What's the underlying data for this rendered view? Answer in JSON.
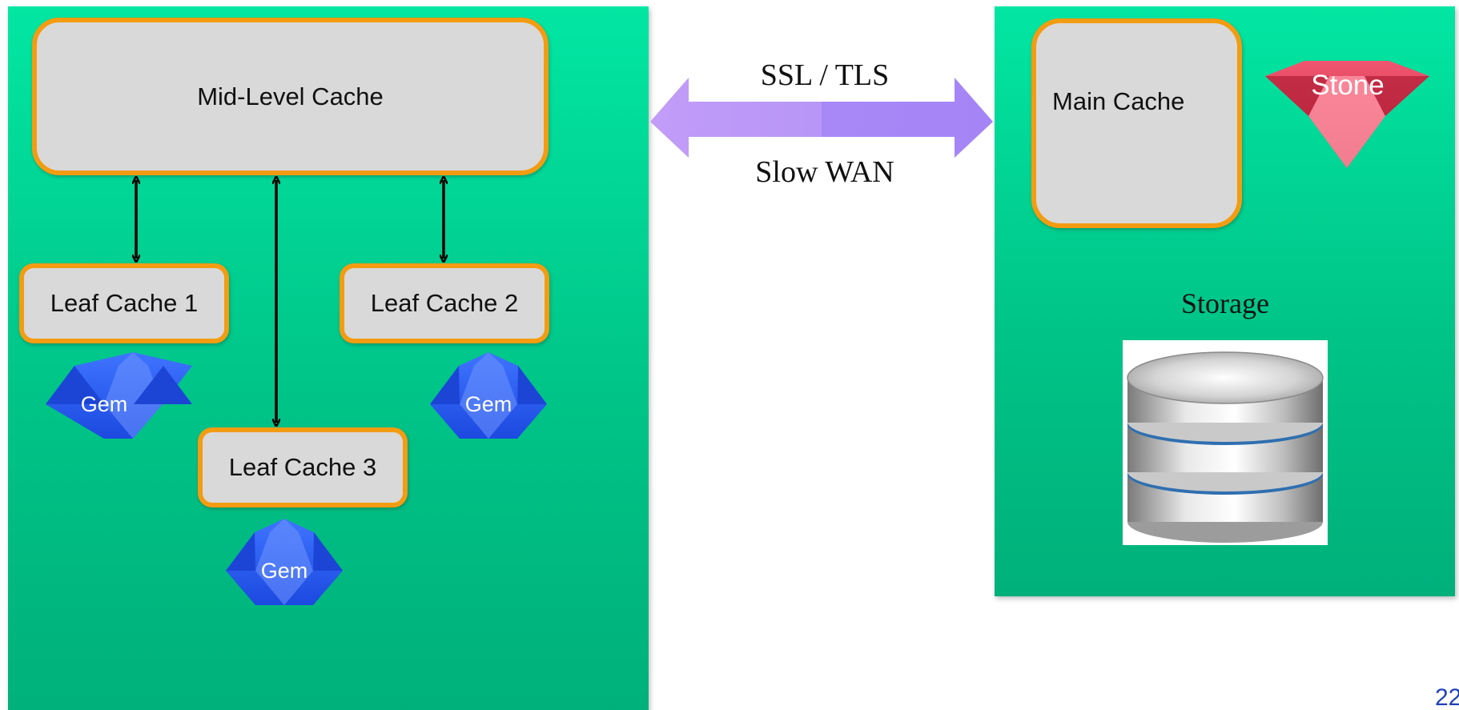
{
  "left_panel": {
    "mid_cache_label": "Mid-Level Cache",
    "leaf_caches": [
      "Leaf Cache 1",
      "Leaf Cache 2",
      "Leaf Cache 3"
    ],
    "gem_label": "Gem"
  },
  "connection": {
    "top_label": "SSL / TLS",
    "bottom_label": "Slow WAN"
  },
  "right_panel": {
    "main_cache_label": "Main Cache",
    "stone_label": "Stone",
    "storage_label": "Storage"
  },
  "page_number": "22",
  "colors": {
    "panel_green": "#00d199",
    "cache_border": "#f39c12",
    "cache_fill": "#d9d9d9",
    "gem_blue": "#2a5cf0",
    "stone_red": "#e0394f",
    "wan_arrow": "#b08cf5",
    "page_number": "#1f3fb8"
  }
}
